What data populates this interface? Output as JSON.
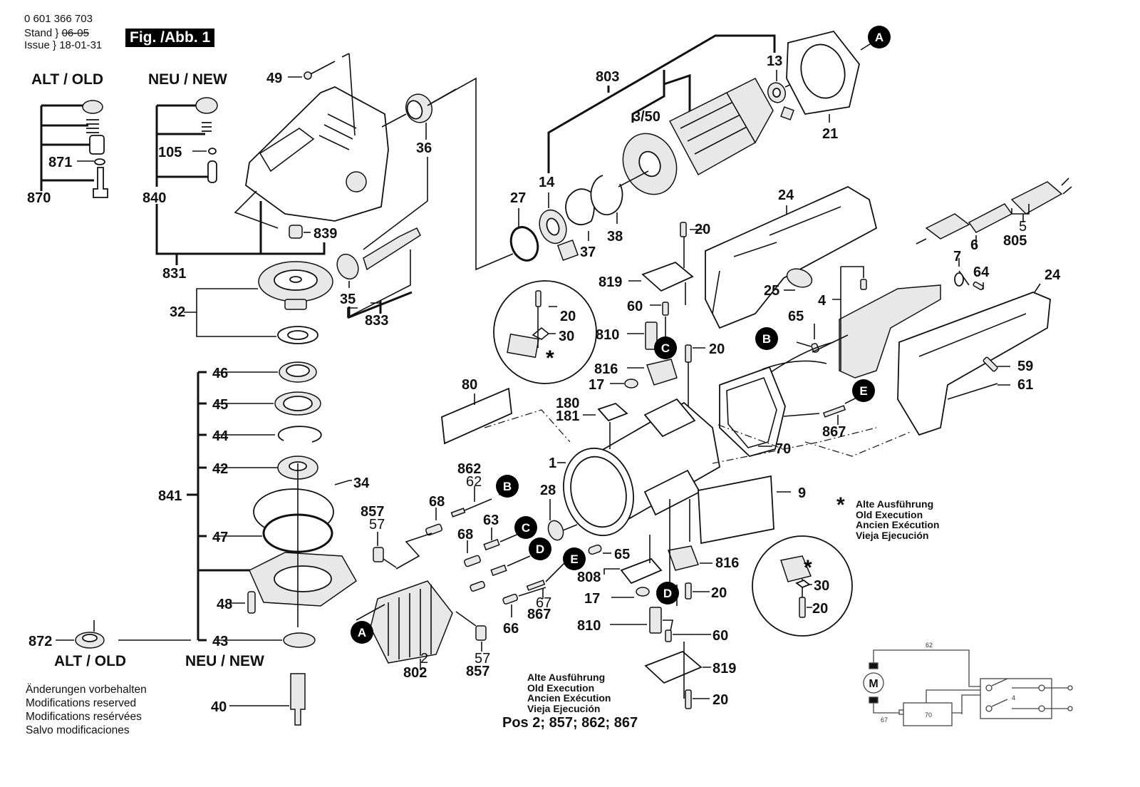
{
  "header": {
    "document_number": "0 601 366 703",
    "stand_label": "Stand",
    "issue_label": "Issue",
    "stand_old_date": "06-05",
    "issue_date": "18-01-31",
    "figure_label": "Fig. /Abb. 1"
  },
  "sections": {
    "alt_old_top": "ALT / OLD",
    "neu_new_top": "NEU / NEW",
    "alt_old_bottom": "ALT / OLD",
    "neu_new_bottom": "NEU / NEW"
  },
  "notes": {
    "modifications": [
      "Änderungen vorbehalten",
      "Modifications reserved",
      "Modifications resérvées",
      "Salvo modificaciones"
    ],
    "old_execution_right": [
      "Alte Ausführung",
      "Old Execution",
      "Ancien Exécution",
      "Vieja Ejecución"
    ],
    "old_execution_center": [
      "Alte Ausführung",
      "Old Execution",
      "Ancien Exécution",
      "Vieja Ejecución"
    ],
    "positions": "Pos 2; 857; 862; 867",
    "star_symbol": "*"
  },
  "callouts": [
    "A",
    "B",
    "C",
    "D",
    "E"
  ],
  "part_labels": {
    "p870": "870",
    "p871": "871",
    "p840": "840",
    "p105": "105",
    "p831": "831",
    "p49": "49",
    "p36": "36",
    "p839": "839",
    "p32": "32",
    "p35": "35",
    "p833": "833",
    "p46": "46",
    "p45": "45",
    "p44": "44",
    "p42": "42",
    "p841": "841",
    "p34": "34",
    "p47": "47",
    "p48": "48",
    "p43": "43",
    "p872": "872",
    "p40": "40",
    "p803": "803",
    "p13": "13",
    "p21": "21",
    "p3_50": "3/50",
    "p14": "14",
    "p27": "27",
    "p37": "37",
    "p38": "38",
    "p24a": "24",
    "p24b": "24",
    "p20a": "20",
    "p819a": "819",
    "p60a": "60",
    "p810a": "810",
    "p20b": "20",
    "p816a": "816",
    "p17a": "17",
    "p20star": "20",
    "p30star": "30",
    "p80": "80",
    "p180": "180",
    "p181": "181",
    "p1": "1",
    "p862": "862",
    "p62": "62",
    "p68a": "68",
    "p857a": "857",
    "p57a": "57",
    "p28": "28",
    "p63": "63",
    "p68b": "68",
    "p65a": "65",
    "p808": "808",
    "p67": "67",
    "p867a": "867",
    "p66": "66",
    "p2": "2",
    "p802": "802",
    "p57b": "57",
    "p857b": "857",
    "p17b": "17",
    "p810b": "810",
    "p60b": "60",
    "p819b": "819",
    "p20c": "20",
    "p816b": "816",
    "p20d": "20",
    "p30star2": "30",
    "p20star2": "20",
    "p25": "25",
    "p4": "4",
    "p65b": "65",
    "p70": "70",
    "p867b": "867",
    "p9": "9",
    "p59": "59",
    "p61": "61",
    "p5": "5",
    "p805": "805",
    "p6": "6",
    "p7": "7",
    "p64": "64"
  },
  "circuit": {
    "motor_symbol": "M",
    "wire_top": "62",
    "wire_bottom": "67",
    "switch": "4",
    "module": "70"
  }
}
